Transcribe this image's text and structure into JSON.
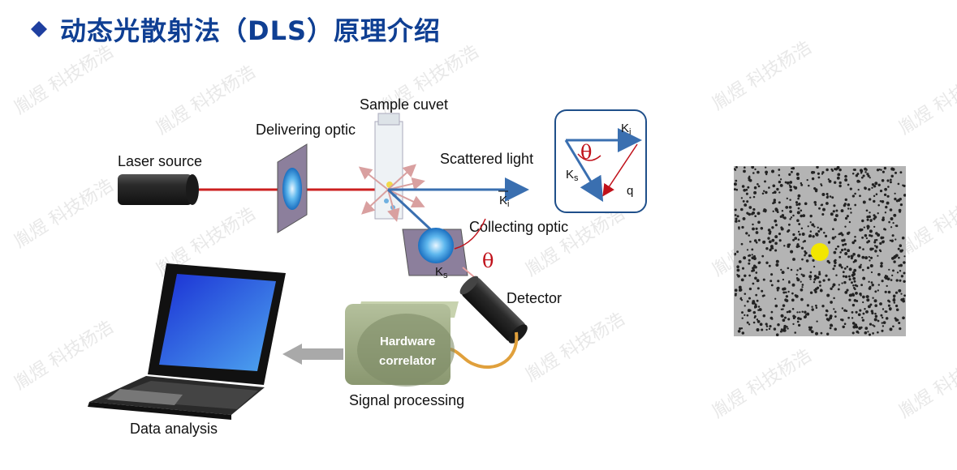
{
  "slide": {
    "title": "动态光散射法（DLS）原理介绍",
    "watermark": "胤煜 科技杨浩"
  },
  "diagram": {
    "laser_source": "Laser source",
    "delivering_optic": "Delivering optic",
    "sample_cuvet": "Sample cuvet",
    "scattered_light": "Scattered light",
    "collecting_optic": "Collecting optic",
    "detector": "Detector",
    "hardware_correlator_line1": "Hardware",
    "hardware_correlator_line2": "correlator",
    "signal_processing": "Signal processing",
    "data_analysis": "Data analysis",
    "theta": "θ",
    "ki": "K",
    "ki_sub": "i",
    "ks": "K",
    "ks_sub": "s",
    "q": "q"
  },
  "colors": {
    "title": "#0f3f93",
    "diamond": "#1f3fa0",
    "laser": "#cc2020",
    "vector": "#3a6fb0",
    "particle_highlight": "#f2e600",
    "particle_field": "#b4b4b4"
  }
}
